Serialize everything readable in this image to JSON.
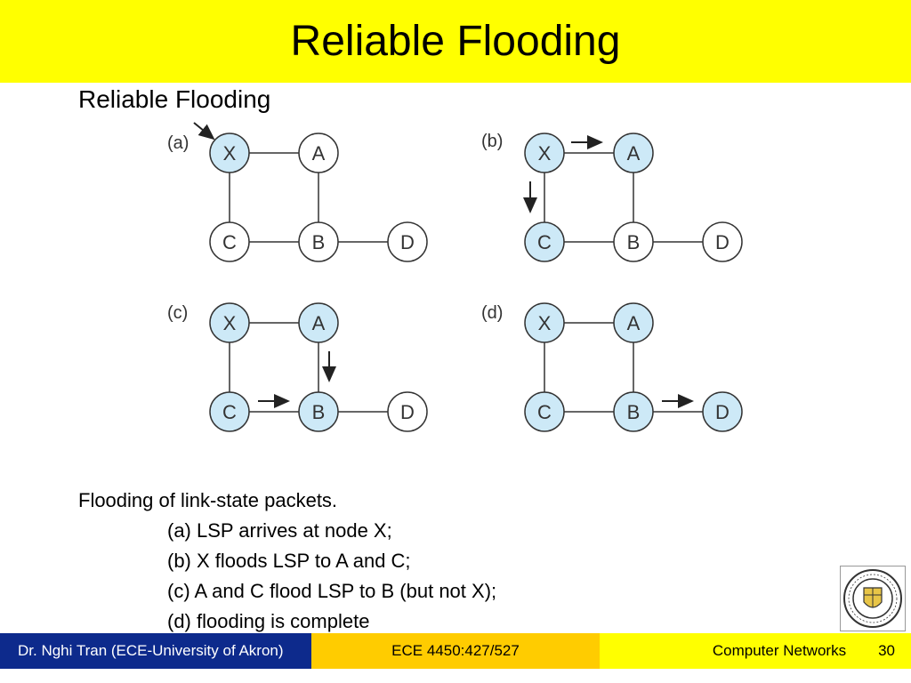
{
  "slide": {
    "title": "Reliable Flooding",
    "subtitle": "Reliable Flooding"
  },
  "colors": {
    "title_bar": "#ffff00",
    "node_active": "#cde9f7",
    "node_inactive": "#ffffff",
    "footer_left": "#0d2a8c",
    "footer_mid": "#ffcc00",
    "footer_right": "#ffff00"
  },
  "diagram": {
    "panels": [
      {
        "label": "(a)",
        "nodes": [
          {
            "id": "X",
            "active": true
          },
          {
            "id": "A",
            "active": false
          },
          {
            "id": "C",
            "active": false
          },
          {
            "id": "B",
            "active": false
          },
          {
            "id": "D",
            "active": false
          }
        ]
      },
      {
        "label": "(b)",
        "nodes": [
          {
            "id": "X",
            "active": true
          },
          {
            "id": "A",
            "active": true
          },
          {
            "id": "C",
            "active": true
          },
          {
            "id": "B",
            "active": false
          },
          {
            "id": "D",
            "active": false
          }
        ]
      },
      {
        "label": "(c)",
        "nodes": [
          {
            "id": "X",
            "active": true
          },
          {
            "id": "A",
            "active": true
          },
          {
            "id": "C",
            "active": true
          },
          {
            "id": "B",
            "active": true
          },
          {
            "id": "D",
            "active": false
          }
        ]
      },
      {
        "label": "(d)",
        "nodes": [
          {
            "id": "X",
            "active": true
          },
          {
            "id": "A",
            "active": true
          },
          {
            "id": "C",
            "active": true
          },
          {
            "id": "B",
            "active": true
          },
          {
            "id": "D",
            "active": true
          }
        ]
      }
    ]
  },
  "caption": {
    "line0": "Flooding of link-state packets.",
    "a": "(a) LSP arrives at node X;",
    "b": "(b) X floods LSP to A and C;",
    "c": "(c) A and C flood LSP to B (but not X);",
    "d": "(d) flooding is complete"
  },
  "footer": {
    "author": "Dr. Nghi Tran (ECE-University of Akron)",
    "course": "ECE 4450:427/527",
    "topic": "Computer Networks",
    "page": "30"
  },
  "logo_text": "THE UNIVERSITY OF AKRON 1870"
}
